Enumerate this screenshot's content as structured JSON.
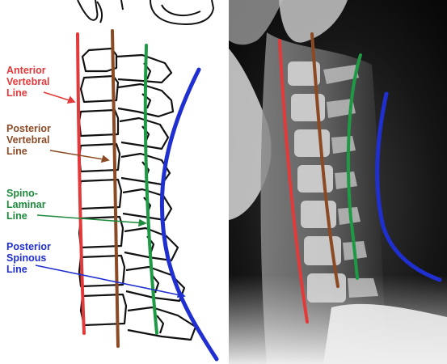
{
  "labels": {
    "anterior": {
      "lines": [
        "Anterior",
        "Vertebral",
        "Line"
      ],
      "color": "#e23a3a"
    },
    "posterior_vertebral": {
      "lines": [
        "Posterior",
        "Vertebral",
        "Line"
      ],
      "color": "#8b4a24"
    },
    "spinolaminar": {
      "lines": [
        "Spino-",
        "Laminar",
        "Line"
      ],
      "color": "#1e8a3c"
    },
    "posterior_spinous": {
      "lines": [
        "Posterior",
        "Spinous",
        "Line"
      ],
      "color": "#1f2fd0"
    }
  },
  "line_colors": {
    "red": "#e23a3a",
    "brown": "#8b4a24",
    "green": "#1e9a45",
    "blue": "#1f2fd0"
  }
}
